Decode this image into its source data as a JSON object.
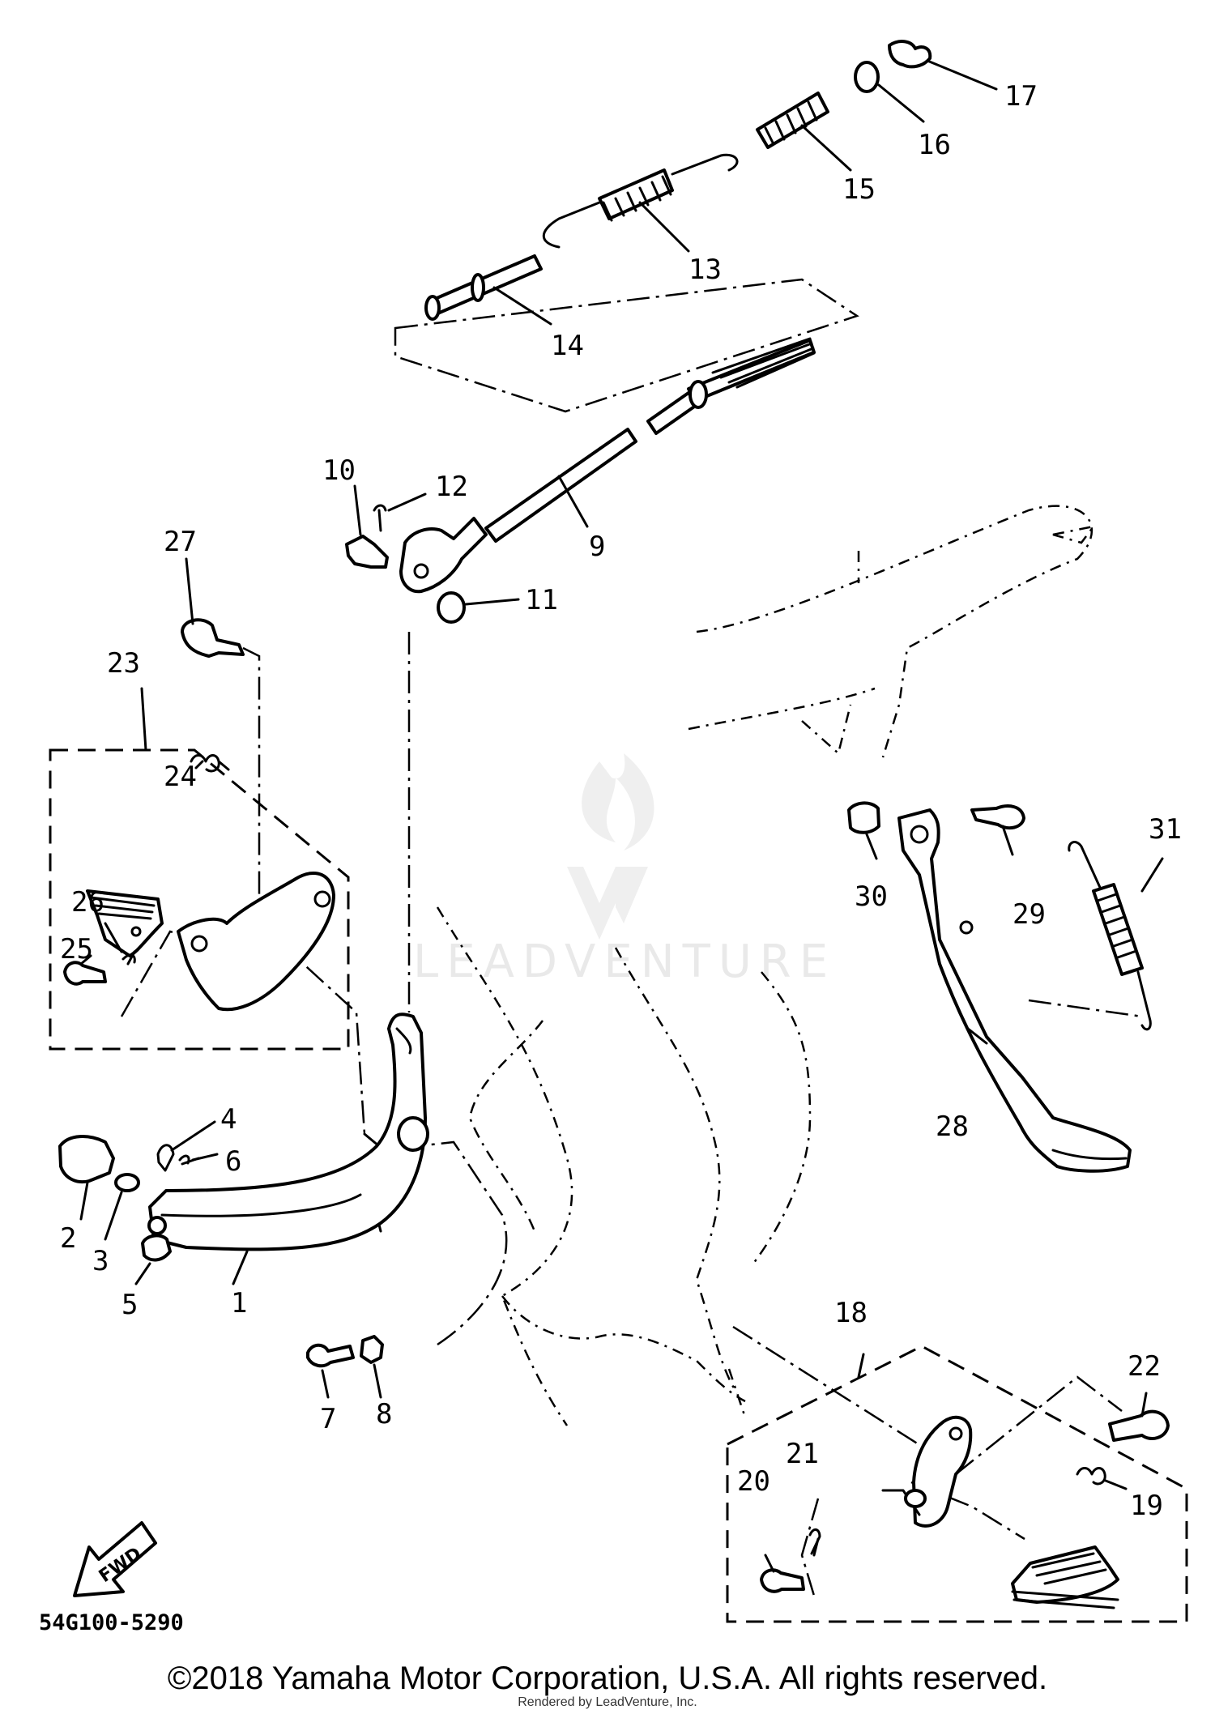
{
  "diagram": {
    "part_code": "54G100-5290",
    "fwd_label": "FWD",
    "watermark": "LEADVENTURE",
    "callouts": [
      "1",
      "2",
      "3",
      "4",
      "5",
      "6",
      "7",
      "8",
      "9",
      "10",
      "11",
      "12",
      "13",
      "14",
      "15",
      "16",
      "17",
      "18",
      "19",
      "20",
      "21",
      "22",
      "23",
      "24",
      "25",
      "26",
      "27",
      "28",
      "29",
      "30",
      "31"
    ]
  },
  "footer": {
    "copyright": "©2018 Yamaha Motor Corporation, U.S.A. All rights reserved.",
    "rendered_by": "Rendered by LeadVenture, Inc."
  }
}
